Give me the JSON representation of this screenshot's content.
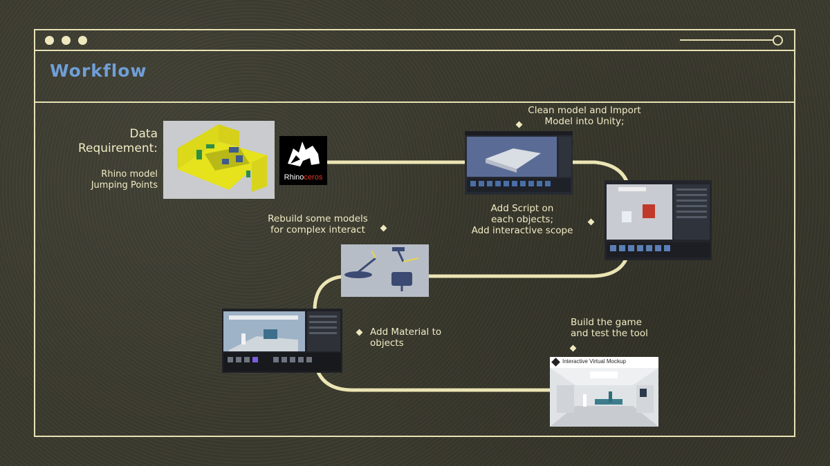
{
  "title": "Workflow",
  "data_requirement": {
    "heading_line1": "Data",
    "heading_line2": "Requirement:",
    "items": [
      "Rhino model",
      "Jumping Points"
    ]
  },
  "rhino_logo": {
    "text_a": "Rhino",
    "text_b": "ceros",
    "accent": "#e03a2a"
  },
  "steps": {
    "import": [
      "Clean model and Import",
      "Model into Unity;"
    ],
    "script": [
      "Add Script on",
      "each objects;",
      "Add interactive scope"
    ],
    "rebuild": [
      "Rebuild some models",
      "for complex interact"
    ],
    "material": [
      "Add Material to",
      "objects"
    ],
    "build": [
      "Build the game",
      "and test the tool"
    ]
  },
  "final_window_title": "Interactive Virtual Mockup",
  "colors": {
    "accent_title": "#6f9fd6",
    "line": "#e8e2b6",
    "background": "#3b3a2e"
  }
}
